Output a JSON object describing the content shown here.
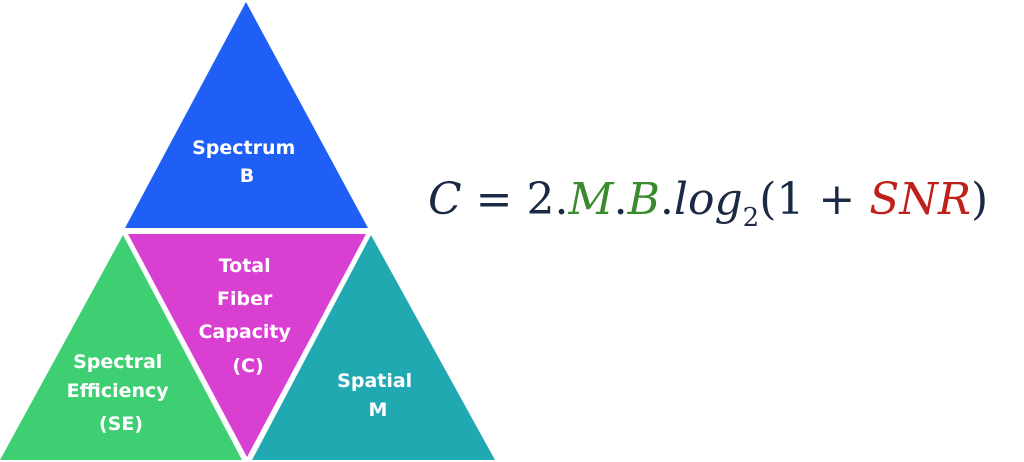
{
  "triangles": {
    "top": {
      "lines": [
        "Spectrum",
        "B"
      ],
      "color": "#1f5ff5"
    },
    "center": {
      "lines": [
        "Total",
        "Fiber",
        "Capacity",
        "(C)"
      ],
      "color": "#d93fd0"
    },
    "left": {
      "lines": [
        "Spectral",
        "Efficiency",
        "(SE)"
      ],
      "color": "#3ecf73"
    },
    "right": {
      "lines": [
        "Spatial",
        "M"
      ],
      "color": "#21a9b2"
    }
  },
  "formula": {
    "lhs": "C",
    "eq": " = 2.",
    "m": "M",
    "dot1": ".",
    "b": "B",
    "dot2": ".",
    "log": "log",
    "base": "2",
    "open": "(1 + ",
    "snr": "SNR",
    "close": ")",
    "colors": {
      "M": "#3a8a2e",
      "B": "#3a8a2e",
      "SNR": "#c0201a",
      "default": "#1b2a44"
    }
  }
}
